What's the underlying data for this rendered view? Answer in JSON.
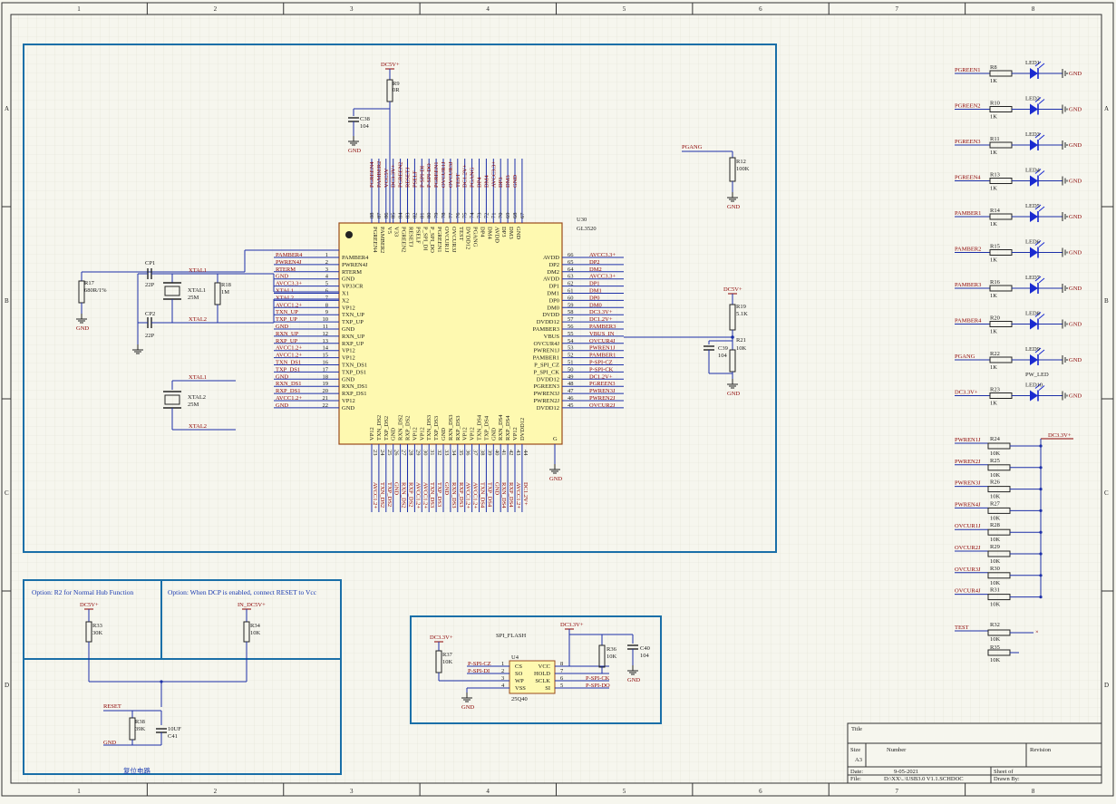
{
  "sheet": {
    "col_labels": [
      "1",
      "2",
      "3",
      "4",
      "5",
      "6",
      "7",
      "8"
    ],
    "row_labels": [
      "A",
      "B",
      "C",
      "D"
    ]
  },
  "u30": {
    "ref": "U30",
    "part": "GL3520",
    "left_pins": [
      {
        "num": "1",
        "name": "PAMBER4",
        "net": "PAMBER4"
      },
      {
        "num": "2",
        "name": "PWREN4J",
        "net": "PWREN4J"
      },
      {
        "num": "3",
        "name": "RTERM",
        "net": "RTERM"
      },
      {
        "num": "4",
        "name": "GND",
        "net": "GND"
      },
      {
        "num": "5",
        "name": "VP33CR",
        "net": "AVCC3.3+"
      },
      {
        "num": "6",
        "name": "X1",
        "net": "XTAL1"
      },
      {
        "num": "7",
        "name": "X2",
        "net": "XTAL2"
      },
      {
        "num": "8",
        "name": "VP12",
        "net": "AVCC1.2+"
      },
      {
        "num": "9",
        "name": "TXN_UP",
        "net": "TXN_UP"
      },
      {
        "num": "10",
        "name": "TXP_UP",
        "net": "TXP_UP"
      },
      {
        "num": "11",
        "name": "GND",
        "net": "GND"
      },
      {
        "num": "12",
        "name": "RXN_UP",
        "net": "RXN_UP"
      },
      {
        "num": "13",
        "name": "RXP_UP",
        "net": "RXP_UP"
      },
      {
        "num": "14",
        "name": "VP12",
        "net": "AVCC1.2+"
      },
      {
        "num": "15",
        "name": "VP12",
        "net": "AVCC1.2+"
      },
      {
        "num": "16",
        "name": "TXN_DS1",
        "net": "TXN_DS1"
      },
      {
        "num": "17",
        "name": "TXP_DS1",
        "net": "TXP_DS1"
      },
      {
        "num": "18",
        "name": "GND",
        "net": "GND"
      },
      {
        "num": "19",
        "name": "RXN_DS1",
        "net": "RXN_DS1"
      },
      {
        "num": "20",
        "name": "RXP_DS1",
        "net": "RXP_DS1"
      },
      {
        "num": "21",
        "name": "VP12",
        "net": "AVCC1.2+"
      },
      {
        "num": "22",
        "name": "GND",
        "net": "GND"
      }
    ],
    "right_pins": [
      {
        "num": "66",
        "name": "AVDD",
        "net": "AVCC3.3+"
      },
      {
        "num": "65",
        "name": "DP2",
        "net": "DP2"
      },
      {
        "num": "64",
        "name": "DM2",
        "net": "DM2"
      },
      {
        "num": "63",
        "name": "AVDD",
        "net": "AVCC3.3+"
      },
      {
        "num": "62",
        "name": "DP1",
        "net": "DP1"
      },
      {
        "num": "61",
        "name": "DM1",
        "net": "DM1"
      },
      {
        "num": "60",
        "name": "DP0",
        "net": "DP0"
      },
      {
        "num": "59",
        "name": "DM0",
        "net": "DM0"
      },
      {
        "num": "58",
        "name": "DVDD",
        "net": "DC3.3V+"
      },
      {
        "num": "57",
        "name": "DVDD12",
        "net": "DC1.2V+"
      },
      {
        "num": "56",
        "name": "PAMBER3",
        "net": "PAMBER3"
      },
      {
        "num": "55",
        "name": "VBUS",
        "net": "VBUS_IN"
      },
      {
        "num": "54",
        "name": "OVCUR4J",
        "net": "OVCUR4J"
      },
      {
        "num": "53",
        "name": "PWREN1J",
        "net": "PWREN1J"
      },
      {
        "num": "52",
        "name": "PAMBER1",
        "net": "PAMBER1"
      },
      {
        "num": "51",
        "name": "P_SPI_CZ",
        "net": "P-SPI-CZ"
      },
      {
        "num": "50",
        "name": "P_SPI_CK",
        "net": "P-SPI-CK"
      },
      {
        "num": "49",
        "name": "DVDD12",
        "net": "DC1.2V+"
      },
      {
        "num": "48",
        "name": "PGREEN3",
        "net": "PGREEN3"
      },
      {
        "num": "47",
        "name": "PWREN3J",
        "net": "PWREN3J"
      },
      {
        "num": "46",
        "name": "PWREN2J",
        "net": "PWREN2J"
      },
      {
        "num": "45",
        "name": "DVDD12",
        "net": "OVCUR2J"
      }
    ],
    "top_pins": [
      {
        "num": "88",
        "name": "PGREEN4",
        "net": "PGREEN4"
      },
      {
        "num": "87",
        "name": "PAMBER2",
        "net": "PAMBER2"
      },
      {
        "num": "86",
        "name": "V5",
        "net": "VCC5V"
      },
      {
        "num": "85",
        "name": "V33",
        "net": "DC3.3V+"
      },
      {
        "num": "84",
        "name": "PGREEN2",
        "net": "PGREEN2"
      },
      {
        "num": "83",
        "name": "RESETJ",
        "net": "RESETJ"
      },
      {
        "num": "82",
        "name": "PSELF",
        "net": "PSELF"
      },
      {
        "num": "81",
        "name": "P_SPI_DI",
        "net": "P-SPI-DI"
      },
      {
        "num": "80",
        "name": "P_SPI_DO",
        "net": "P-SPI-DO"
      },
      {
        "num": "79",
        "name": "PGREEN1",
        "net": "PGREEN1"
      },
      {
        "num": "78",
        "name": "OVCUR1J",
        "net": "OVCUR1J"
      },
      {
        "num": "77",
        "name": "OVCUR3J",
        "net": "OVCUR3J"
      },
      {
        "num": "76",
        "name": "TEST",
        "net": "TEST"
      },
      {
        "num": "75",
        "name": "DVDD12",
        "net": "DC1.2V+"
      },
      {
        "num": "74",
        "name": "PGANG",
        "net": "PGANG"
      },
      {
        "num": "73",
        "name": "DP4",
        "net": "DP4"
      },
      {
        "num": "72",
        "name": "DM4",
        "net": "DM4"
      },
      {
        "num": "71",
        "name": "AVDD",
        "net": "AVCC3.3+"
      },
      {
        "num": "70",
        "name": "DP3",
        "net": "DP3"
      },
      {
        "num": "69",
        "name": "DM3",
        "net": "DM3"
      },
      {
        "num": "68",
        "name": "GND",
        "net": "GND"
      },
      {
        "num": "67",
        "name": "",
        "net": ""
      }
    ],
    "bottom_pins": [
      {
        "num": "23",
        "name": "VP12",
        "net": "AVCC1.2+"
      },
      {
        "num": "24",
        "name": "TXN_DS2",
        "net": "TXN_DS2"
      },
      {
        "num": "25",
        "name": "TXP_DS2",
        "net": "TXP_DS2"
      },
      {
        "num": "26",
        "name": "GND",
        "net": "GND"
      },
      {
        "num": "27",
        "name": "RXN_DS2",
        "net": "RXN_DS2"
      },
      {
        "num": "28",
        "name": "RXP_DS2",
        "net": "RXP_DS2"
      },
      {
        "num": "29",
        "name": "VP12",
        "net": "AVCC1.2+"
      },
      {
        "num": "30",
        "name": "VP12",
        "net": "AVCC1.2+"
      },
      {
        "num": "31",
        "name": "TXN_DS3",
        "net": "TXN_DS3"
      },
      {
        "num": "32",
        "name": "TXP_DS3",
        "net": "TXP_DS3"
      },
      {
        "num": "33",
        "name": "GND",
        "net": "GND"
      },
      {
        "num": "34",
        "name": "RXN_DS3",
        "net": "RXN_DS3"
      },
      {
        "num": "35",
        "name": "RXP_DS3",
        "net": "RXP_DS3"
      },
      {
        "num": "36",
        "name": "VP12",
        "net": "AVCC1.2+"
      },
      {
        "num": "37",
        "name": "VP12",
        "net": "AVCC1.2+"
      },
      {
        "num": "38",
        "name": "TXN_DS4",
        "net": "TXN_DS4"
      },
      {
        "num": "39",
        "name": "TXP_DS4",
        "net": "TXP_DS4"
      },
      {
        "num": "40",
        "name": "GND",
        "net": "GND"
      },
      {
        "num": "41",
        "name": "RXN_DS4",
        "net": "RXN_DS4"
      },
      {
        "num": "42",
        "name": "RXP_DS4",
        "net": "RXP_DS4"
      },
      {
        "num": "43",
        "name": "VP12",
        "net": "AVCC1.2+"
      },
      {
        "num": "44",
        "name": "DVDD12",
        "net": "DC1.2V+"
      }
    ],
    "gnd_pin": "G"
  },
  "components": {
    "dc5v_top": "DC5V+",
    "r9_ref": "R9",
    "r9_val": "0R",
    "c38_ref": "C38",
    "c38_val": "104",
    "gnd": "GND",
    "pgang": "PGANG",
    "r12_ref": "R12",
    "r12_val": "100K",
    "r17_ref": "R17",
    "r17_val": "680R/1%",
    "cp1_ref": "CP1",
    "cp1_val": "22P",
    "cp2_ref": "CP2",
    "cp2_val": "22P",
    "xtal1_ref": "XTAL1",
    "xtal1_val": "25M",
    "xtal1_net": "XTAL1",
    "xtal2_net": "XTAL2",
    "r18_ref": "R18",
    "r18_val": "1M",
    "xtal2_ref": "XTAL2",
    "xtal2_val": "25M",
    "dc5v_vbus": "DC5V+",
    "r19_ref": "R19",
    "r19_val": "5.1K",
    "c39_ref": "C39",
    "c39_val": "104",
    "r21_ref": "R21",
    "r21_val": "10K"
  },
  "leds": [
    {
      "net": "PGREEN1",
      "r": "R8",
      "rv": "1K",
      "led": "LED1"
    },
    {
      "net": "PGREEN2",
      "r": "R10",
      "rv": "1K",
      "led": "LED2"
    },
    {
      "net": "PGREEN3",
      "r": "R11",
      "rv": "1K",
      "led": "LED3"
    },
    {
      "net": "PGREEN4",
      "r": "R13",
      "rv": "1K",
      "led": "LED4"
    },
    {
      "net": "PAMBER1",
      "r": "R14",
      "rv": "1K",
      "led": "LED5"
    },
    {
      "net": "PAMBER2",
      "r": "R15",
      "rv": "1K",
      "led": "LED6"
    },
    {
      "net": "PAMBER3",
      "r": "R16",
      "rv": "1K",
      "led": "LED7"
    },
    {
      "net": "PAMBER4",
      "r": "R20",
      "rv": "1K",
      "led": "LED8"
    },
    {
      "net": "PGANG",
      "r": "R22",
      "rv": "1K",
      "led": "LED9"
    },
    {
      "net": "DC3.3V+",
      "r": "R23",
      "rv": "1K",
      "led": "LED10"
    }
  ],
  "led9_label": "PW_LED",
  "pullups": {
    "rail": "DC3.3V+",
    "items": [
      {
        "net": "PWREN1J",
        "r": "R24",
        "rv": "10K"
      },
      {
        "net": "PWREN2J",
        "r": "R25",
        "rv": "10K"
      },
      {
        "net": "PWREN3J",
        "r": "R26",
        "rv": "10K"
      },
      {
        "net": "PWREN4J",
        "r": "R27",
        "rv": "10K"
      },
      {
        "net": "OVCUR1J",
        "r": "R28",
        "rv": "10K"
      },
      {
        "net": "OVCUR2J",
        "r": "R29",
        "rv": "10K"
      },
      {
        "net": "OVCUR3J",
        "r": "R30",
        "rv": "10K"
      },
      {
        "net": "OVCUR4J",
        "r": "R31",
        "rv": "10K"
      }
    ]
  },
  "test": {
    "net": "TEST",
    "r32": "R32",
    "r32v": "10K",
    "r35": "R35",
    "r35v": "10K"
  },
  "reset": {
    "opt1": "Option: R2 for  Normal Hub Function",
    "opt2": "Option: When DCP is enabled,  connect RESET to Vcc",
    "dc5v": "DC5V+",
    "in_dc5v": "IN_DC5V+",
    "r33": "R33",
    "r33v": "30K",
    "r34": "R34",
    "r34v": "10K",
    "reset_net": "RESET",
    "r38": "R38",
    "r38v": "39K",
    "c41": "C41",
    "c41v": "10UF",
    "gnd": "GND",
    "caption": "复位电路"
  },
  "spi": {
    "title": "SPI_FLASH",
    "u4": "U4",
    "part": "25Q40",
    "vcc_left": "DC3.3V+",
    "vcc_right": "DC3.3V+",
    "r37": "R37",
    "r37v": "10K",
    "r36": "R36",
    "r36v": "10K",
    "c40": "C40",
    "c40v": "104",
    "gnd1": "GND",
    "gnd2": "GND",
    "left_nets": [
      "P-SPI-CZ",
      "P-SPI-DI",
      "",
      ""
    ],
    "left_pins": [
      {
        "num": "1",
        "name": "CS"
      },
      {
        "num": "2",
        "name": "SO"
      },
      {
        "num": "3",
        "name": "WP"
      },
      {
        "num": "4",
        "name": "VSS"
      }
    ],
    "right_pins": [
      {
        "num": "8",
        "name": "VCC"
      },
      {
        "num": "7",
        "name": "HOLD"
      },
      {
        "num": "6",
        "name": "SCLK"
      },
      {
        "num": "5",
        "name": "SI"
      }
    ],
    "right_nets": [
      "",
      "",
      "P-SPI-CK",
      "P-SPI-DO"
    ]
  },
  "title_block": {
    "title": "Title",
    "size_label": "Size",
    "size_value": "A3",
    "number_label": "Number",
    "revision_label": "Revision",
    "date_label": "Date:",
    "date_value": "9-05-2021",
    "file_label": "File:",
    "file_value": "D:\\XX\\..\\USB3.0  V1.1.SCHDOC",
    "sheet_label": "Sheet   of",
    "drawn_label": "Drawn By:"
  },
  "colors": {
    "wire": "#1c2fa8",
    "frame_blue": "#1a6fa8",
    "net": "#8b0000",
    "chip_fill": "#fef9b0",
    "chip_border": "#9a4a1a",
    "led": "#1a2ad0"
  }
}
